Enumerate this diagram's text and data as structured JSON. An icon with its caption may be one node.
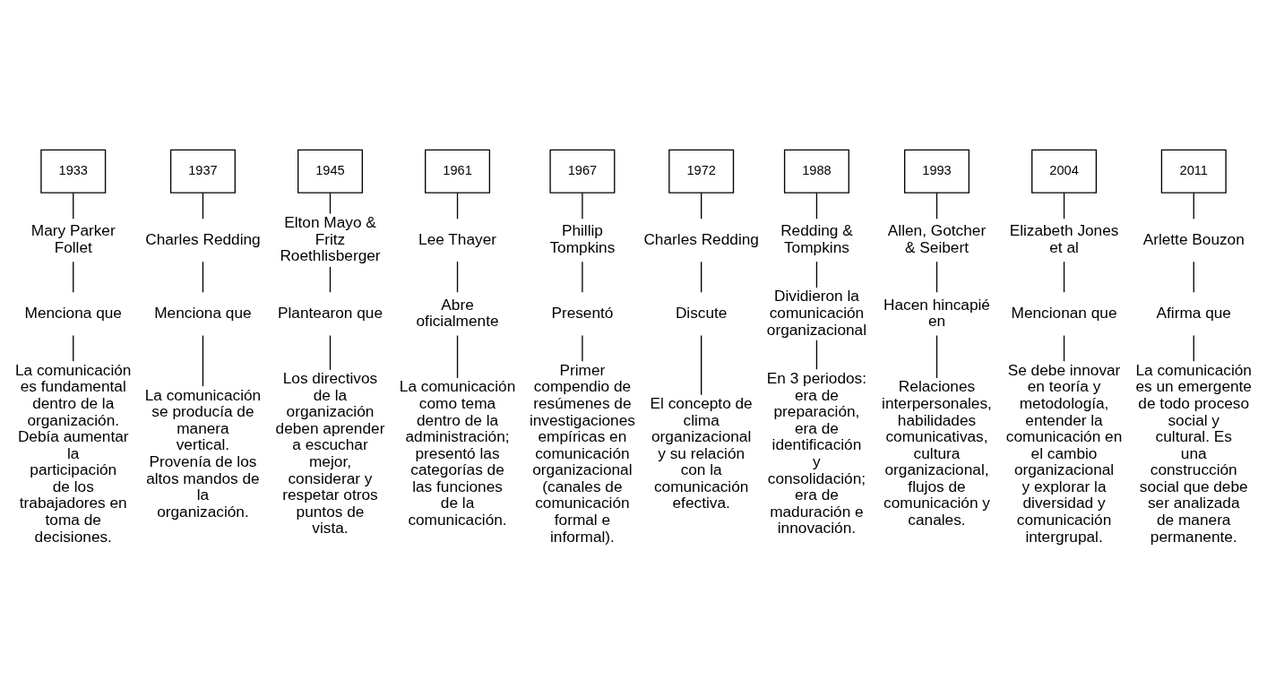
{
  "diagram": {
    "nodes": [
      {
        "text": [
          "1933"
        ]
      },
      {
        "text": [
          "1937"
        ]
      },
      {
        "text": [
          "1945"
        ]
      },
      {
        "text": [
          "1961"
        ]
      },
      {
        "text": [
          "1967"
        ]
      },
      {
        "text": [
          "1972"
        ]
      },
      {
        "text": [
          "1988"
        ]
      },
      {
        "text": [
          "1993"
        ]
      },
      {
        "text": [
          "2004"
        ]
      },
      {
        "text": [
          "2011"
        ]
      },
      {
        "text": [
          "Mary Parker Follet"
        ]
      },
      {
        "text": [
          "Charles Redding"
        ]
      },
      {
        "text": [
          "Elton Mayo & Fritz Roethlisberger"
        ]
      },
      {
        "text": [
          "Lee Thayer"
        ]
      },
      {
        "text": [
          "Phillip Tompkins"
        ]
      },
      {
        "text": [
          "Charles Redding"
        ]
      },
      {
        "text": [
          "Redding & Tompkins"
        ]
      },
      {
        "text": [
          "Allen, Gotcher & Seibert"
        ]
      },
      {
        "text": [
          "Elizabeth Jones et al"
        ]
      },
      {
        "text": [
          "Arlette Bouzon"
        ]
      },
      {
        "text": [
          "Menciona que"
        ]
      },
      {
        "text": [
          "Menciona que"
        ]
      },
      {
        "text": [
          "Plantearon que"
        ]
      },
      {
        "text": [
          "Abre oficialmente"
        ]
      },
      {
        "text": [
          "Presentó"
        ]
      },
      {
        "text": [
          "Discute"
        ]
      },
      {
        "text": [
          "Dividieron la comunicación organizacional"
        ]
      },
      {
        "text": [
          "Hacen hincapié en"
        ]
      },
      {
        "text": [
          "Mencionan que"
        ]
      },
      {
        "text": [
          "Afirma que"
        ]
      },
      {
        "text": [
          "La comunicación es fundamental dentro de la organización. Debía aumentar la participación de los trabajadores en toma de decisiones."
        ]
      },
      {
        "text": [
          "La comunicación se producía de manera vertical. Provenía de los altos mandos de la organización."
        ]
      },
      {
        "text": [
          "Los directivos de la organización deben aprender a escuchar mejor, considerar y respetar otros puntos de vista."
        ]
      },
      {
        "text": [
          "La comunicación como tema dentro de la administración; presentó las categorías de las funciones de la comunicación."
        ]
      },
      {
        "text": [
          "Primer compendio de resúmenes de investigaciones empíricas en comunicación organizacional (canales de comunicación formal e informal)."
        ]
      },
      {
        "text": [
          "El concepto de clima organizacional y su relación con la comunicación efectiva."
        ]
      },
      {
        "text": [
          "En 3 periodos: era de preparación, era de identificación y consolidación; era de maduración e innovación."
        ]
      },
      {
        "text": [
          "Relaciones interpersonales, habilidades comunicativas, cultura organizacional, flujos de comunicación y canales."
        ]
      },
      {
        "text": [
          "Se debe innovar en teoría y metodología, entender la comunicación en el cambio organizacional y explorar la diversidad y comunicación intergrupal."
        ]
      },
      {
        "text": [
          "La comunicación es un emergente de todo proceso social y cultural. Es una construcción social que debe ser analizada de manera permanente."
        ]
      }
    ],
    "edges": [
      {
        "from": 0,
        "to": 10,
        "arrow": "none"
      },
      {
        "from": 1,
        "to": 11,
        "arrow": "none"
      },
      {
        "from": 2,
        "to": 12,
        "arrow": "none"
      },
      {
        "from": 3,
        "to": 13,
        "arrow": "none"
      },
      {
        "from": 4,
        "to": 14,
        "arrow": "none"
      },
      {
        "from": 5,
        "to": 15,
        "arrow": "none"
      },
      {
        "from": 6,
        "to": 16,
        "arrow": "none"
      },
      {
        "from": 7,
        "to": 17,
        "arrow": "none"
      },
      {
        "from": 8,
        "to": 18,
        "arrow": "none"
      },
      {
        "from": 9,
        "to": 19,
        "arrow": "none"
      },
      {
        "from": 10,
        "to": 20,
        "arrow": "none"
      },
      {
        "from": 11,
        "to": 21,
        "arrow": "none"
      },
      {
        "from": 12,
        "to": 22,
        "arrow": "none"
      },
      {
        "from": 13,
        "to": 23,
        "arrow": "none"
      },
      {
        "from": 14,
        "to": 24,
        "arrow": "none"
      },
      {
        "from": 15,
        "to": 25,
        "arrow": "none"
      },
      {
        "from": 16,
        "to": 26,
        "arrow": "none"
      },
      {
        "from": 17,
        "to": 27,
        "arrow": "none"
      },
      {
        "from": 18,
        "to": 28,
        "arrow": "none"
      },
      {
        "from": 19,
        "to": 29,
        "arrow": "none"
      },
      {
        "from": 20,
        "to": 30,
        "arrow": "none"
      },
      {
        "from": 21,
        "to": 31,
        "arrow": "none"
      },
      {
        "from": 22,
        "to": 32,
        "arrow": "none"
      },
      {
        "from": 23,
        "to": 33,
        "arrow": "none"
      },
      {
        "from": 24,
        "to": 34,
        "arrow": "none"
      },
      {
        "from": 25,
        "to": 35,
        "arrow": "none"
      },
      {
        "from": 26,
        "to": 36,
        "arrow": "none"
      },
      {
        "from": 27,
        "to": 37,
        "arrow": "none"
      },
      {
        "from": 28,
        "to": 38,
        "arrow": "none"
      },
      {
        "from": 29,
        "to": 39,
        "arrow": "none"
      }
    ]
  }
}
